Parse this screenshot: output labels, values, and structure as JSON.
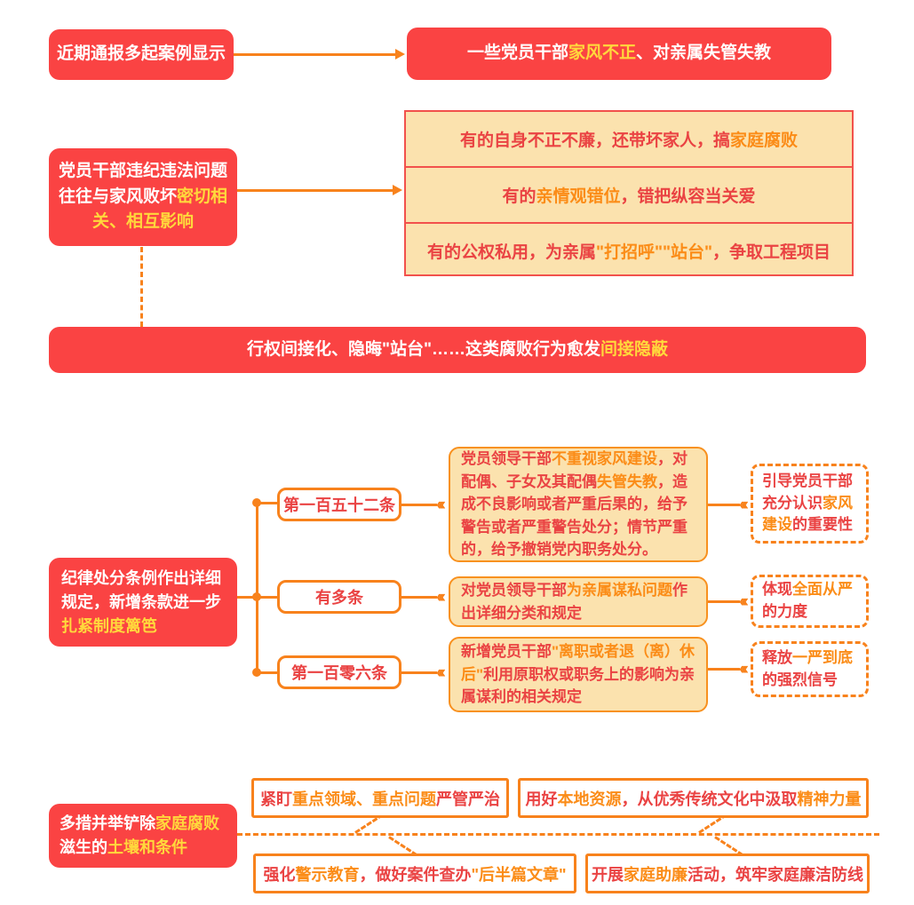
{
  "colors": {
    "box_red": "#FA4343",
    "accent_orange": "#F8821C",
    "highlight_yellow": "#FFD83C",
    "text_red": "#EA4343",
    "text_orange": "#FB8C17",
    "cream": "#FBE2AE"
  },
  "icons": {
    "triple_chevron": "‹‹‹"
  },
  "section1": {
    "source_label": "近期通报多起案例显示",
    "result_segments": [
      {
        "text": "一些党员干部",
        "style": "white"
      },
      {
        "text": "家风不正",
        "style": "yellow"
      },
      {
        "text": "、对亲属失管失教",
        "style": "white"
      }
    ]
  },
  "section2": {
    "cause_segments": [
      {
        "text": "党员干部违纪违法问题往往与家风败坏",
        "style": "white"
      },
      {
        "text": "密切相关、相互影响",
        "style": "yellow"
      }
    ],
    "examples": [
      {
        "segments": [
          {
            "text": "有的自身不正不廉，还带坏家人，搞",
            "style": "red"
          },
          {
            "text": "家庭腐败",
            "style": "orange"
          }
        ]
      },
      {
        "segments": [
          {
            "text": "有的",
            "style": "red"
          },
          {
            "text": "亲情观错位",
            "style": "orange"
          },
          {
            "text": "，错把纵容当关爱",
            "style": "red"
          }
        ]
      },
      {
        "segments": [
          {
            "text": "有的公权私用，为亲属",
            "style": "red"
          },
          {
            "text": "\"打招呼\"\"站台\"",
            "style": "orange"
          },
          {
            "text": "，争取工程项目",
            "style": "red"
          }
        ]
      }
    ],
    "conclusion_segments": [
      {
        "text": "行权间接化、隐晦\"站台\"……这类腐败行为愈发",
        "style": "white"
      },
      {
        "text": "间接隐蔽",
        "style": "yellow"
      }
    ]
  },
  "section3": {
    "intro_segments": [
      {
        "text": "纪律处分条例作出详细规定，新增条款进一步",
        "style": "white"
      },
      {
        "text": "扎紧制度篱笆",
        "style": "yellow"
      }
    ],
    "items": [
      {
        "label": "第一百五十二条",
        "body_segments": [
          {
            "text": "党员领导干部",
            "style": "red"
          },
          {
            "text": "不重视家风建设",
            "style": "orange"
          },
          {
            "text": "，对配偶、子女及其配偶",
            "style": "red"
          },
          {
            "text": "失管失教",
            "style": "orange"
          },
          {
            "text": "，造成不良影响或者严重后果的，给予警告或者严重警告处分；情节严重的，给予撤销党内职务处分。",
            "style": "red"
          }
        ],
        "note_segments": [
          {
            "text": "引导党员干部充分认识",
            "style": "red"
          },
          {
            "text": "家风建设",
            "style": "orange"
          },
          {
            "text": "的重要性",
            "style": "red"
          }
        ]
      },
      {
        "label": "有多条",
        "body_segments": [
          {
            "text": "对党员领导干部",
            "style": "red"
          },
          {
            "text": "为亲属谋私问题",
            "style": "orange"
          },
          {
            "text": "作出详细分类和规定",
            "style": "red"
          }
        ],
        "note_segments": [
          {
            "text": "体现",
            "style": "red"
          },
          {
            "text": "全面从严",
            "style": "orange"
          },
          {
            "text": "的力度",
            "style": "red"
          }
        ]
      },
      {
        "label": "第一百零六条",
        "body_segments": [
          {
            "text": "新增党员干部",
            "style": "red"
          },
          {
            "text": "\"离职或者退（离）休后\"",
            "style": "orange"
          },
          {
            "text": "利用原职权或职务上的影响为亲属谋利的相关规定",
            "style": "red"
          }
        ],
        "note_segments": [
          {
            "text": "释放",
            "style": "red"
          },
          {
            "text": "一严到底",
            "style": "orange"
          },
          {
            "text": "的强烈信号",
            "style": "red"
          }
        ]
      }
    ]
  },
  "section4": {
    "intro_segments": [
      {
        "text": "多措并举铲除",
        "style": "white"
      },
      {
        "text": "家庭腐败",
        "style": "yellow"
      },
      {
        "text": "滋生的",
        "style": "white"
      },
      {
        "text": "土壤和条件",
        "style": "yellow"
      }
    ],
    "measures": [
      {
        "segments": [
          {
            "text": "紧盯",
            "style": "red"
          },
          {
            "text": "重点领域、重点问题",
            "style": "orange"
          },
          {
            "text": "严管严治",
            "style": "red"
          }
        ]
      },
      {
        "segments": [
          {
            "text": "用好",
            "style": "red"
          },
          {
            "text": "本地资源",
            "style": "orange"
          },
          {
            "text": "，从优秀传统文化中汲取",
            "style": "red"
          },
          {
            "text": "精神力量",
            "style": "orange"
          }
        ]
      },
      {
        "segments": [
          {
            "text": "强化",
            "style": "red"
          },
          {
            "text": "警示教育",
            "style": "orange"
          },
          {
            "text": "，做好案件查办",
            "style": "red"
          },
          {
            "text": "\"后半篇文章\"",
            "style": "orange"
          }
        ]
      },
      {
        "segments": [
          {
            "text": "开展",
            "style": "red"
          },
          {
            "text": "家庭助廉",
            "style": "orange"
          },
          {
            "text": "活动，筑牢家庭廉洁防线",
            "style": "red"
          }
        ]
      }
    ]
  }
}
